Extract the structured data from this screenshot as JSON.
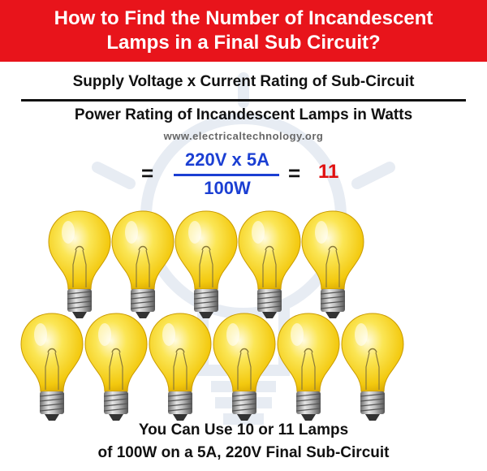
{
  "banner": {
    "line1": "How to Find the Number of Incandescent",
    "line2": "Lamps in a Final Sub Circuit?",
    "color": "#e8141b"
  },
  "formula": {
    "numerator": "Supply Voltage x Current Rating of Sub-Circuit",
    "denominator": "Power Rating of Incandescent Lamps in Watts"
  },
  "watermark": "www.electricaltechnology.org",
  "calculation": {
    "equals": "=",
    "numerator": "220V x 5A",
    "denominator": "100W",
    "result": "11",
    "value_color": "#1b3fd3",
    "result_color": "#e01010"
  },
  "lamps": {
    "row1_count": 5,
    "row2_count": 6,
    "icon": "incandescent-bulb-icon",
    "glass_color": "#f6d21a"
  },
  "footer": {
    "line1": "You Can Use 10 or 11 Lamps",
    "line2": "of 100W on a 5A, 220V Final Sub-Circuit"
  }
}
